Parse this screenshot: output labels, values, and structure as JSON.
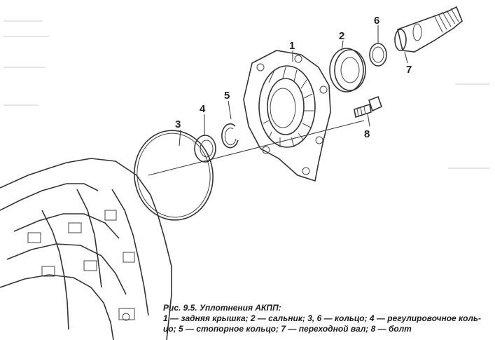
{
  "figure": {
    "caption_title": "Рис. 9.5. Уплотнения АКПП:",
    "legend_line1": "1 — задняя крышка; 2 — сальник; 3, 6 — кольцо; 4 — регулировочное коль-",
    "legend_line2": "цо; 5 — стопорное кольцо; 7 — переходной вал; 8 — болт"
  },
  "callouts": {
    "c1": "1",
    "c2": "2",
    "c3": "3",
    "c4": "4",
    "c5": "5",
    "c6": "6",
    "c7": "7",
    "c8": "8"
  }
}
